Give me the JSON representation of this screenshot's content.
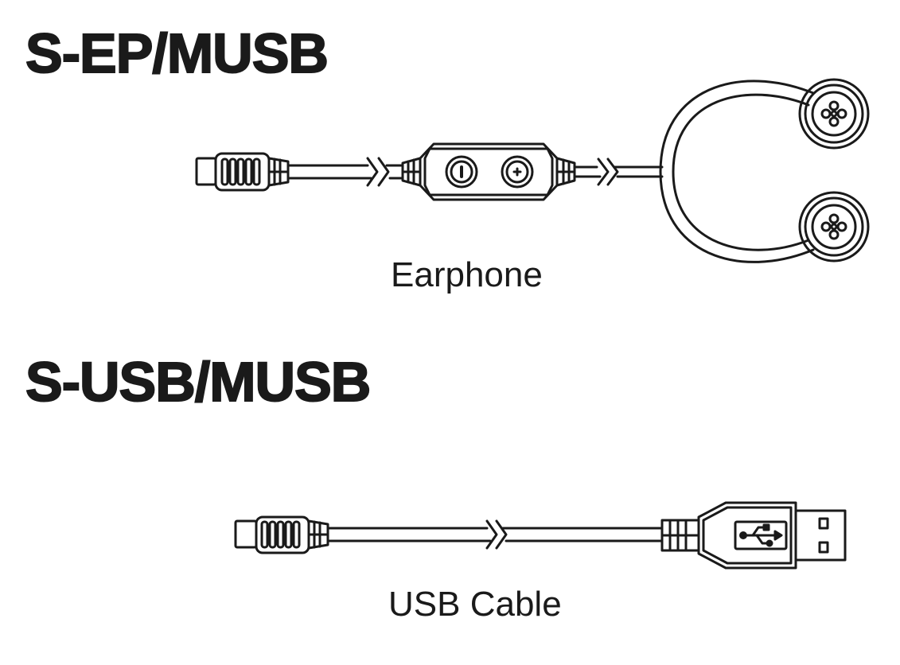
{
  "sections": {
    "earphone": {
      "title": "S-EP/MUSB",
      "caption": "Earphone"
    },
    "usb": {
      "title": "S-USB/MUSB",
      "caption": "USB Cable"
    }
  },
  "icons": {
    "usb_symbol": "usb-symbol-icon",
    "volume_down": "minus-icon",
    "volume_up": "plus-icon"
  },
  "colors": {
    "line": "#1a1a1a",
    "background": "#ffffff"
  }
}
